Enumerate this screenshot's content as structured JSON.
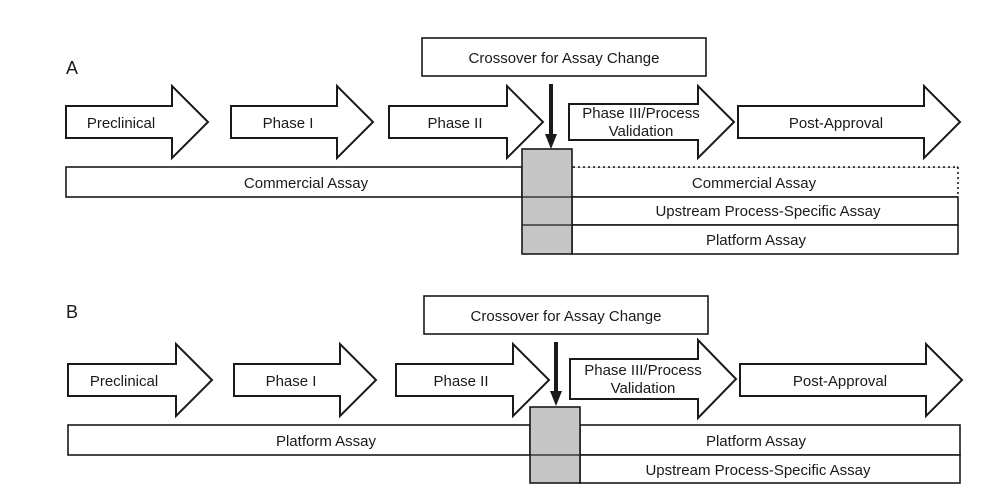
{
  "panels": [
    {
      "letter": "A",
      "crossover": "Crossover for Assay Change",
      "phases": [
        "Preclinical",
        "Phase I",
        "Phase II",
        "Phase III/Process",
        "Validation",
        "Post-Approval"
      ],
      "assays": {
        "left": "Commercial Assay",
        "right": [
          "Commercial Assay",
          "Upstream Process-Specific Assay",
          "Platform Assay"
        ]
      }
    },
    {
      "letter": "B",
      "crossover": "Crossover for Assay Change",
      "phases": [
        "Preclinical",
        "Phase I",
        "Phase II",
        "Phase III/Process",
        "Validation",
        "Post-Approval"
      ],
      "assays": {
        "left": "Platform Assay",
        "right": [
          "Platform Assay",
          "Upstream Process-Specific Assay"
        ]
      }
    }
  ],
  "colors": {
    "stroke": "#1a1a1a",
    "crossover_fill": "#c6c6c6",
    "background": "#ffffff"
  }
}
